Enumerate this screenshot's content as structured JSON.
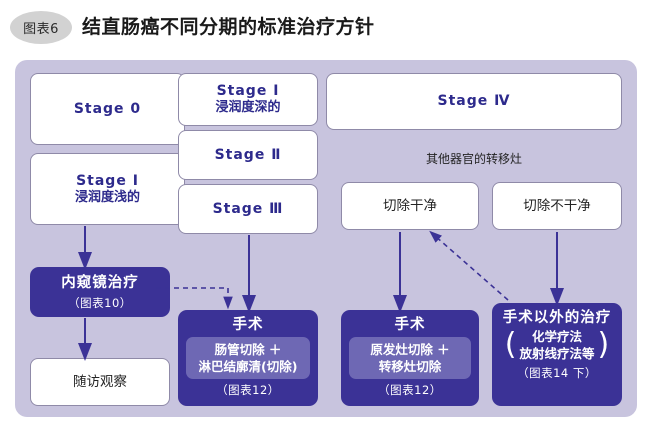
{
  "header": {
    "badge": "图表6",
    "title": "结直肠癌不同分期的标准治疗方针"
  },
  "colors": {
    "panel_bg": "#c8c4de",
    "box_white": "#ffffff",
    "box_border": "#8f8aa8",
    "stage_text": "#2d2a8c",
    "dark_box": "#3b3296",
    "inner_chip": "#6e68b4",
    "arrow": "#3b3296",
    "badge_bg": "#d2d2d2"
  },
  "diagram": {
    "stages": {
      "stage0": "Stage 0",
      "stage1_shallow_line1": "Stage Ⅰ",
      "stage1_shallow_line2": "浸润度浅的",
      "stage1_deep_line1": "Stage Ⅰ",
      "stage1_deep_line2": "浸润度深的",
      "stage2": "Stage Ⅱ",
      "stage3": "Stage Ⅲ",
      "stage4": "Stage Ⅳ"
    },
    "metastasis_note": "其他器官的转移灶",
    "resection": {
      "clean": "切除干净",
      "not_clean": "切除不干净"
    },
    "treatments": {
      "endoscopic": {
        "title": "内窥镜治疗",
        "ref": "（图表10）"
      },
      "followup": {
        "title": "随访观察"
      },
      "surgery_primary": {
        "title": "手术",
        "detail_line1": "肠管切除 ＋",
        "detail_line2": "淋巴结廓清(切除)",
        "ref": "（图表12）"
      },
      "surgery_metastasis": {
        "title": "手术",
        "detail_line1": "原发灶切除 ＋",
        "detail_line2": "转移灶切除",
        "ref": "（图表12）"
      },
      "non_surgical": {
        "title": "手术以外的治疗",
        "paren_open": "(",
        "paren_close": ")",
        "detail_line1": "化学疗法",
        "detail_line2": "放射线疗法等",
        "ref": "（图表14 下）"
      }
    }
  }
}
